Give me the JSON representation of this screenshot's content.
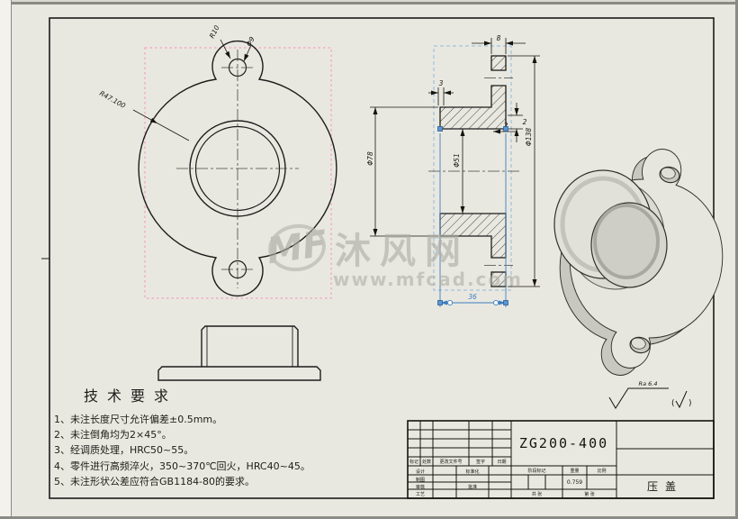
{
  "colors": {
    "paper": "#e9e8e0",
    "line": "#1c1c1c",
    "selection_pink": "#f2a0c4",
    "selection_blue": "#8fb8dc",
    "selected_entity_blue": "#3d7ebf",
    "watermark_gray": "#adada5"
  },
  "front_view": {
    "dims": {
      "lobe_radius": "R10",
      "hole_dia": "Φ9",
      "side_radius": "R47.100"
    }
  },
  "section_view": {
    "dims": {
      "flange_thickness": "8",
      "chamfer": "3",
      "step_a": "2",
      "step_b": "2",
      "hub_dia": "Φ78",
      "bore_dia": "Φ51",
      "flange_dia": "Φ138",
      "depth": "36"
    }
  },
  "roughness": {
    "value": "Ra 6.4",
    "paren_open": "(",
    "paren_close": ")"
  },
  "watermark": {
    "logo": "MF",
    "name": "沐风网",
    "url": "www.mfcad.com"
  },
  "tech_requirements": {
    "title": "技术要求",
    "items": [
      "1、未注长度尺寸允许偏差±0.5mm。",
      "2、未注倒角均为2×45°。",
      "3、经调质处理，HRC50~55。",
      "4、零件进行高频淬火，350~370℃回火，HRC40~45。",
      "5、未注形状公差应符合GB1184-80的要求。"
    ]
  },
  "title_block": {
    "material": "ZG200-400",
    "part_name": "压盖",
    "weight_value": "0.759",
    "revision_header": [
      "标记",
      "处数",
      "更改文件号",
      "签字",
      "日期"
    ],
    "left_labels": [
      "设计",
      "制图",
      "审核",
      "工艺"
    ],
    "mid_labels": [
      "标准化",
      "批准"
    ],
    "stage_label": "阶段标记",
    "weight_label": "重量",
    "scale_label": "比例",
    "sheet_total": "共 张",
    "sheet_no": "第 张"
  }
}
